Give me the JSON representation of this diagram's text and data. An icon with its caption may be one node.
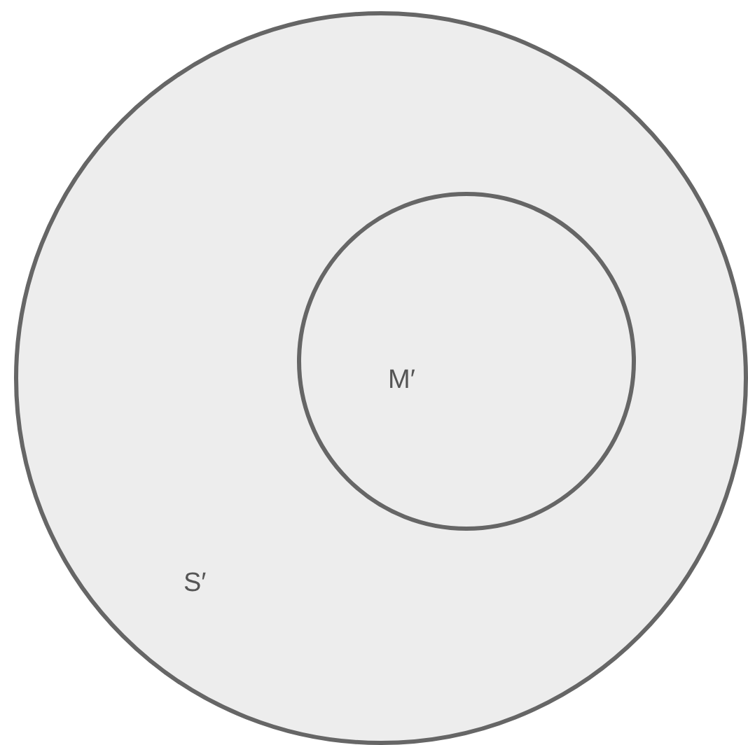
{
  "diagram": {
    "nodes": [
      {
        "text": [
          "S′"
        ]
      },
      {
        "text": [
          "M′"
        ],
        "in": 0
      }
    ]
  }
}
